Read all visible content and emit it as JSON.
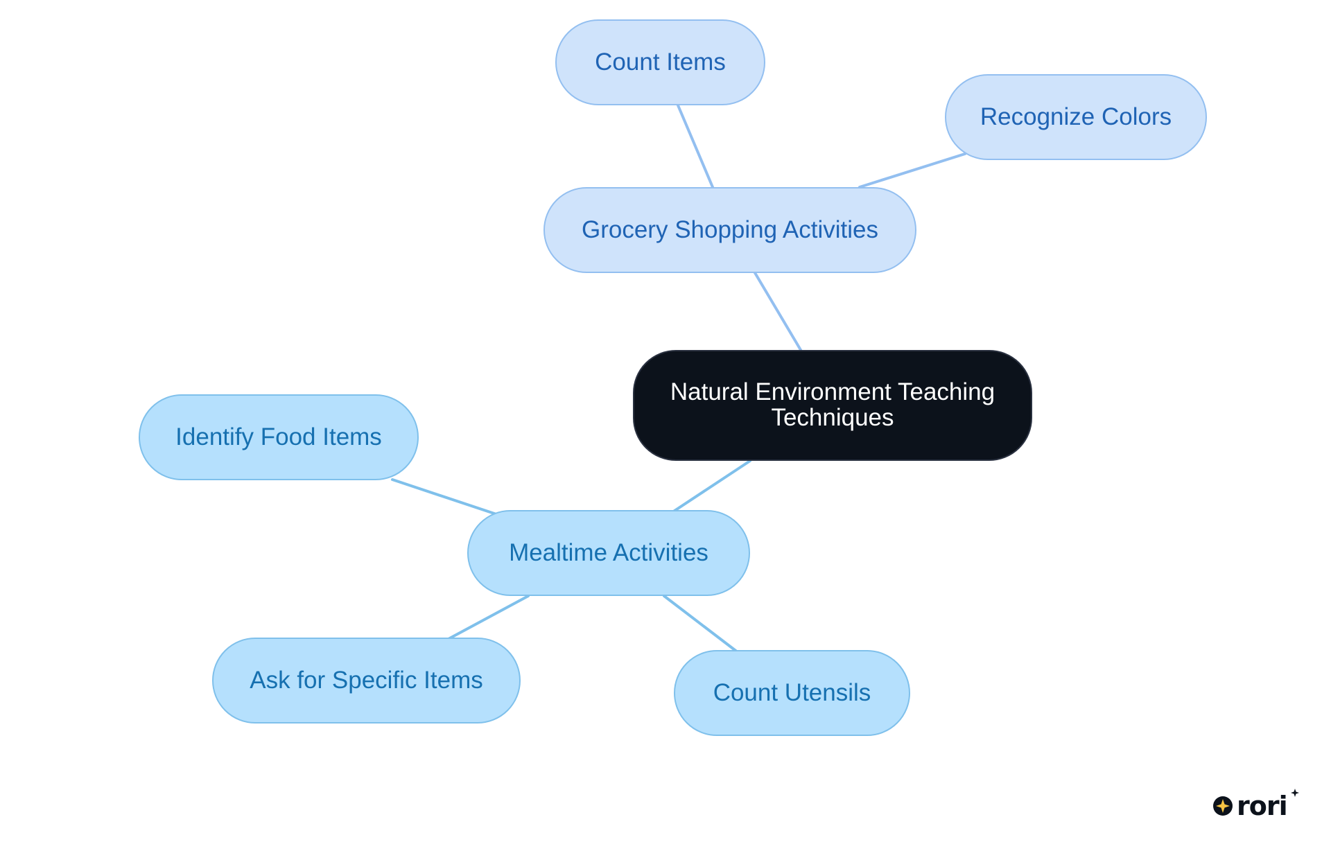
{
  "diagram": {
    "root": {
      "line1": "Natural Environment Teaching",
      "line2": "Techniques"
    },
    "branches": {
      "grocery": {
        "label": "Grocery Shopping Activities",
        "children": [
          "Count Items",
          "Recognize Colors"
        ]
      },
      "mealtime": {
        "label": "Mealtime Activities",
        "children": [
          "Identify Food Items",
          "Ask for Specific Items",
          "Count Utensils"
        ]
      }
    }
  },
  "colors": {
    "root_fill": "#0c121b",
    "grocery_fill": "#cfe3fb",
    "grocery_stroke": "#93bff0",
    "grocery_text": "#1f63b4",
    "meal_fill": "#b5e0fd",
    "meal_stroke": "#7fc0eb",
    "meal_text": "#1670b0"
  },
  "logo": {
    "icon": "sparkle-circle-icon",
    "wordmark": "rori"
  }
}
